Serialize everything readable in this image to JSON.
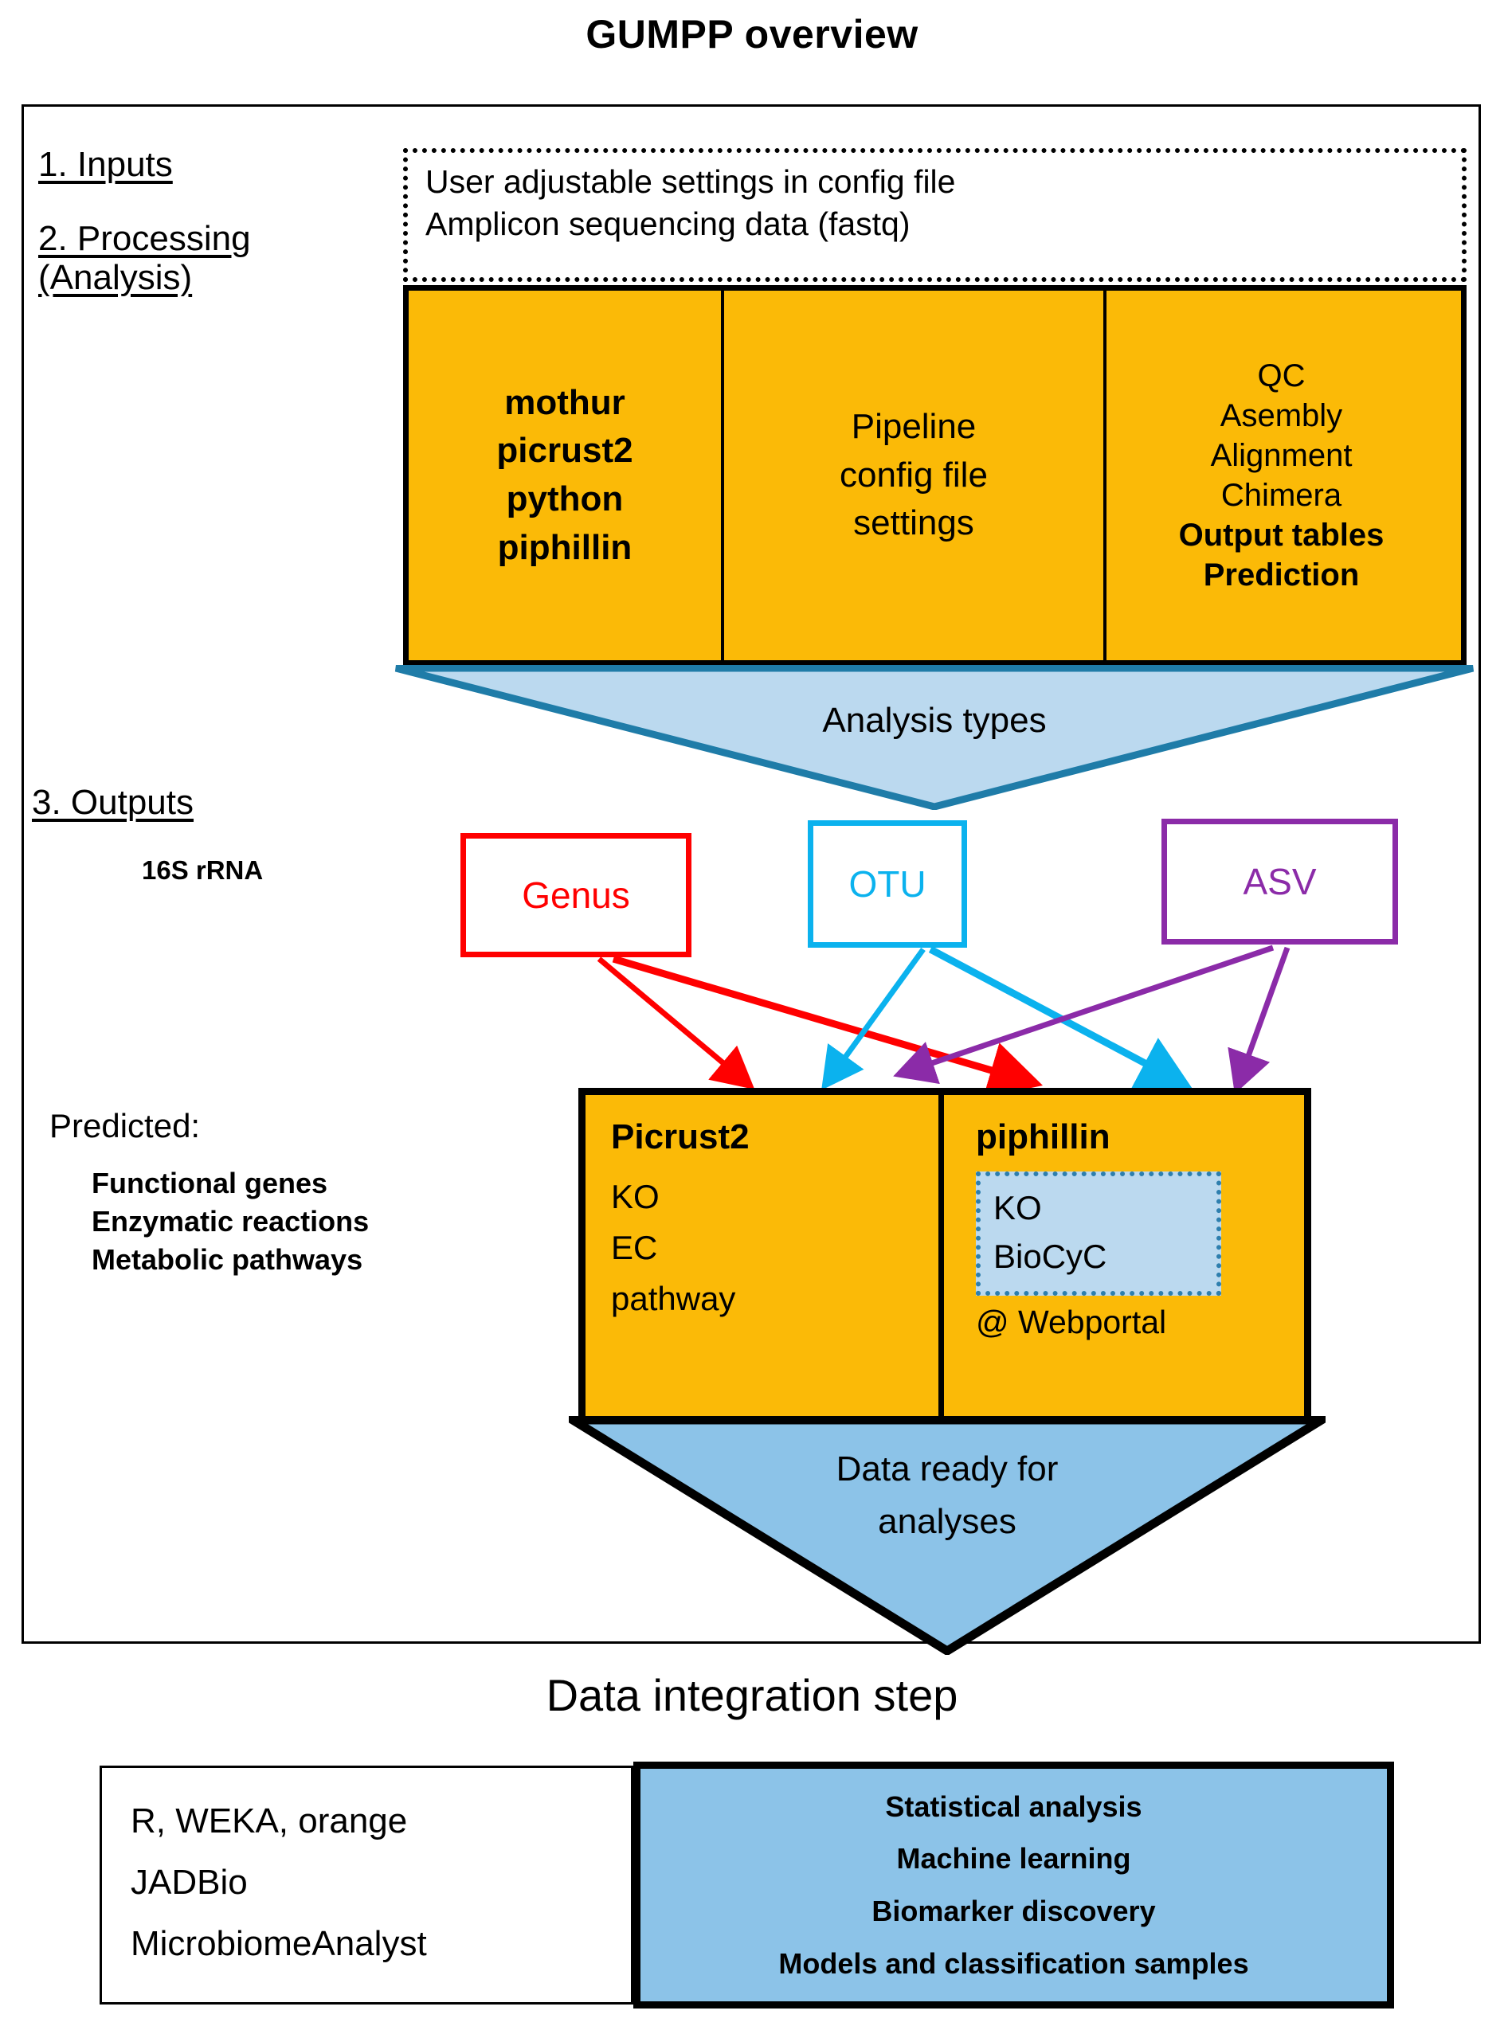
{
  "title": "GUMPP overview",
  "sections": {
    "inputs_label": "1. Inputs",
    "processing_label_line1": "2. Processing",
    "processing_label_line2": "(Analysis)",
    "outputs_label": "3. Outputs",
    "rrna_label": "16S rRNA",
    "predicted_label": "Predicted:"
  },
  "inputs_box": {
    "line1": "User adjustable settings in config file",
    "line2": "Amplicon sequencing data (fastq)"
  },
  "processing": {
    "tools": [
      "mothur",
      "picrust2",
      "python",
      "piphillin"
    ],
    "config": [
      "Pipeline",
      "config file",
      "settings"
    ],
    "steps": [
      {
        "text": "QC",
        "bold": false
      },
      {
        "text": "Asembly",
        "bold": false
      },
      {
        "text": "Alignment",
        "bold": false
      },
      {
        "text": "Chimera",
        "bold": false
      },
      {
        "text": "Output tables",
        "bold": true
      },
      {
        "text": "Prediction",
        "bold": true
      }
    ]
  },
  "analysis_arrow_label": "Analysis types",
  "taxonomy": [
    {
      "name": "Genus",
      "color": "#FF0000"
    },
    {
      "name": "OTU",
      "color": "#0BB2EE"
    },
    {
      "name": "ASV",
      "color": "#8B2BA8"
    }
  ],
  "predicted_list": [
    "Functional genes",
    "Enzymatic reactions",
    "Metabolic pathways"
  ],
  "prediction_boxes": {
    "picrust": {
      "title": "Picrust2",
      "items": [
        "KO",
        "EC",
        "pathway"
      ]
    },
    "piphillin": {
      "title": "piphillin",
      "inner_items": [
        "KO",
        "BioCyC"
      ],
      "footer": "@ Webportal"
    }
  },
  "ready_arrow_label_line1": "Data ready for",
  "ready_arrow_label_line2": "analyses",
  "integration": {
    "title": "Data integration step",
    "tools": [
      "R, WEKA, orange",
      "JADBio",
      "MicrobiomeAnalyst"
    ],
    "tasks": [
      "Statistical analysis",
      "Machine learning",
      "Biomarker discovery",
      "Models and classification samples"
    ]
  },
  "colors": {
    "orange": "#FBBA07",
    "light_blue": "#BBD9EF",
    "teal_border": "#1F7CA8",
    "mid_blue": "#8CC3E8",
    "red": "#FF0000",
    "cyan": "#0BB2EE",
    "purple": "#8B2BA8"
  }
}
